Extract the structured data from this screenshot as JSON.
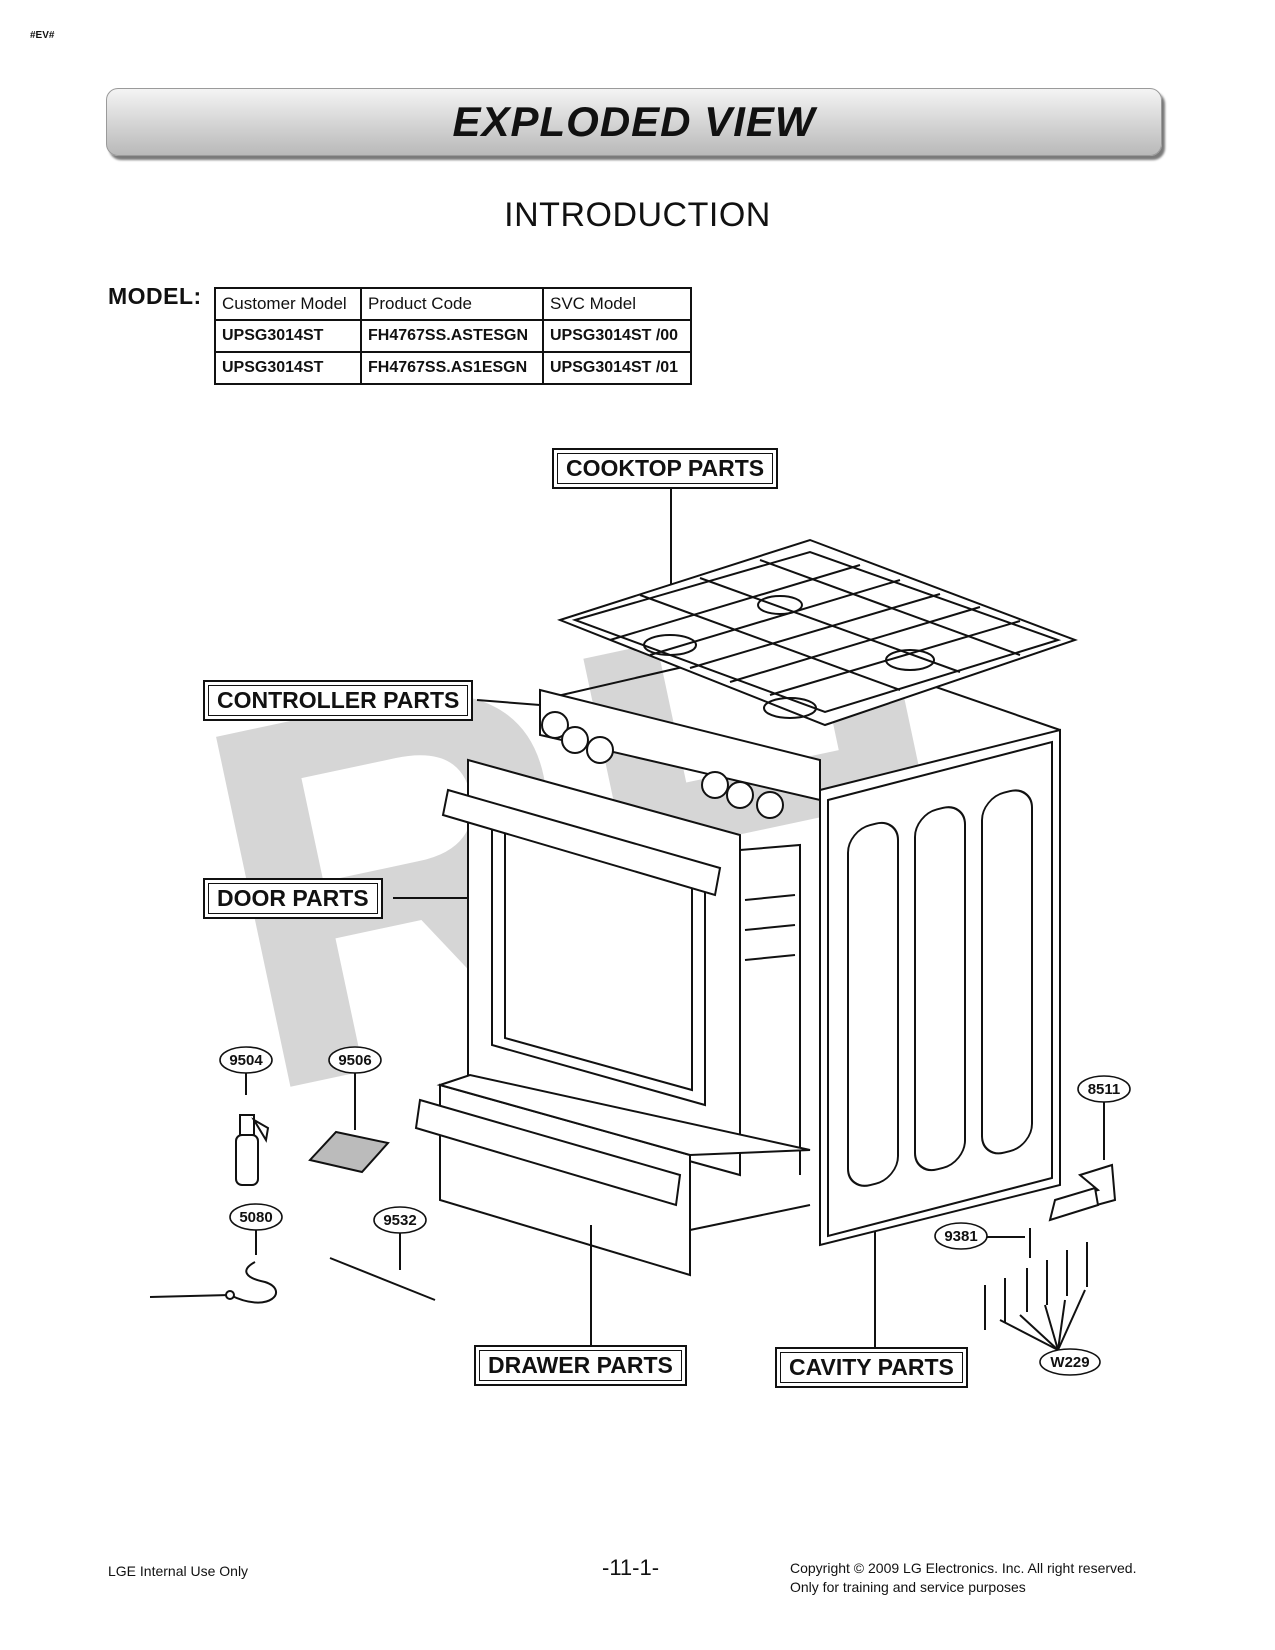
{
  "header": {
    "corner_tag": "#EV#",
    "title": "EXPLODED VIEW",
    "subtitle": "INTRODUCTION"
  },
  "model_section": {
    "label": "MODEL:",
    "columns": [
      "Customer Model",
      "Product Code",
      "SVC Model"
    ],
    "rows": [
      [
        "UPSG3014ST",
        "FH4767SS.ASTESGN",
        "UPSG3014ST /00"
      ],
      [
        "UPSG3014ST",
        "FH4767SS.AS1ESGN",
        "UPSG3014ST /01"
      ]
    ]
  },
  "diagram": {
    "watermark": "RH",
    "section_labels": {
      "cooktop": "COOKTOP PARTS",
      "controller": "CONTROLLER PARTS",
      "door": "DOOR PARTS",
      "drawer": "DRAWER PARTS",
      "cavity": "CAVITY PARTS"
    },
    "callouts": {
      "c9504": "9504",
      "c9506": "9506",
      "c5080": "5080",
      "c9532": "9532",
      "c8511": "8511",
      "c9381": "9381",
      "cW229": "W229"
    }
  },
  "footer": {
    "left": "LGE Internal Use Only",
    "page": "-11-1-",
    "copyright_line1": "Copyright © 2009 LG Electronics. Inc. All right reserved.",
    "copyright_line2": "Only for training and service purposes"
  }
}
